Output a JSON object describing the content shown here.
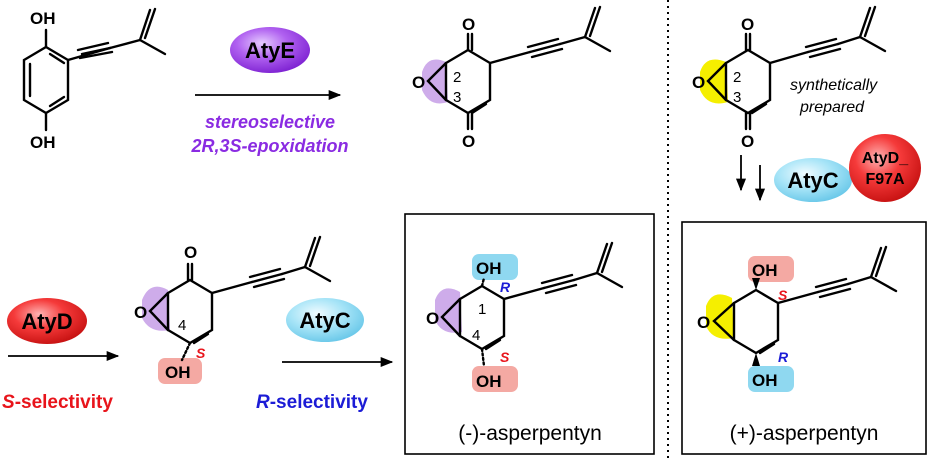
{
  "enzymes": {
    "atye": "AtyE",
    "atyd": "AtyD",
    "atyc": "AtyC",
    "atyd_mutant_line1": "AtyD_",
    "atyd_mutant_line2": "F97A"
  },
  "captions": {
    "epox_line1": "stereoselective",
    "epox_line2": "2R,3S-epoxidation",
    "s_sel_letter": "S",
    "s_sel_rest": "-selectivity",
    "r_sel_letter": "R",
    "r_sel_rest": "-selectivity",
    "synth_line1": "synthetically",
    "synth_line2": "prepared"
  },
  "products": {
    "minus": "(-)-asperpentyn",
    "plus": "(+)-asperpentyn"
  },
  "atoms": {
    "OH": "OH",
    "O": "O"
  },
  "positions": {
    "c1": "1",
    "c2": "2",
    "c3": "3",
    "c4": "4"
  },
  "stereo": {
    "R": "R",
    "S": "S"
  },
  "colors": {
    "purple": "#8a2be2",
    "purple_highlight": "#c9a3e8",
    "pink_highlight": "#f4a9a3",
    "cyan_highlight": "#8fd8f0",
    "yellow_highlight": "#f5ef00",
    "red_text": "#e8141b",
    "blue_text": "#1c1cd6"
  }
}
